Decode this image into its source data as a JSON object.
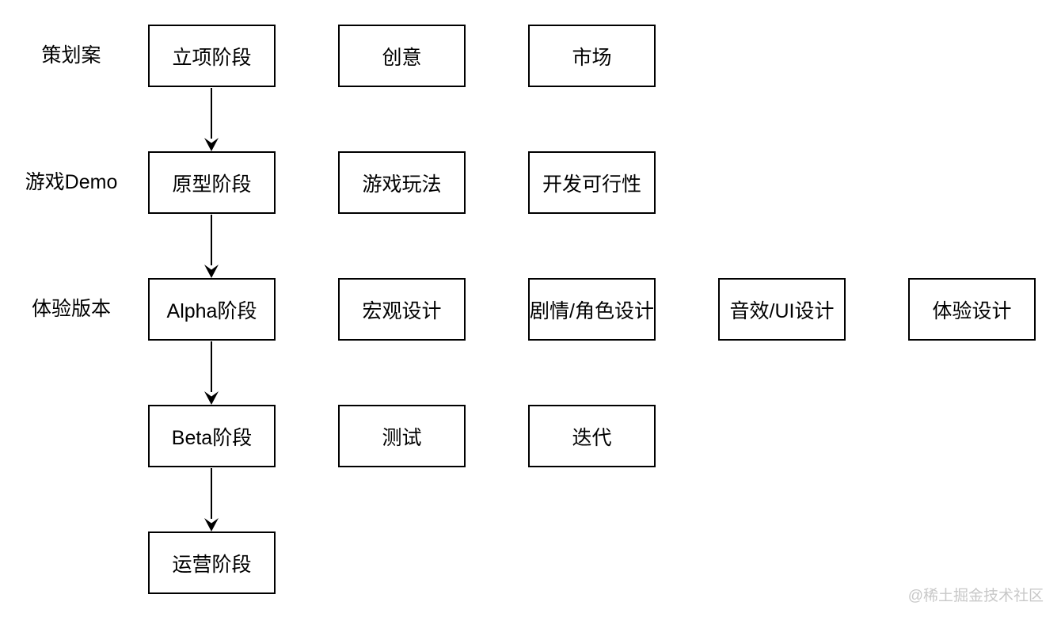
{
  "diagram": {
    "type": "flowchart",
    "subject": "game-development-pipeline",
    "row_labels": [
      "策划案",
      "游戏Demo",
      "体验版本"
    ],
    "boxes": [
      {
        "row": 0,
        "col": 0,
        "text": "立项阶段"
      },
      {
        "row": 0,
        "col": 1,
        "text": "创意"
      },
      {
        "row": 0,
        "col": 2,
        "text": "市场"
      },
      {
        "row": 1,
        "col": 0,
        "text": "原型阶段"
      },
      {
        "row": 1,
        "col": 1,
        "text": "游戏玩法"
      },
      {
        "row": 1,
        "col": 2,
        "text": "开发可行性"
      },
      {
        "row": 2,
        "col": 0,
        "text": "Alpha阶段"
      },
      {
        "row": 2,
        "col": 1,
        "text": "宏观设计"
      },
      {
        "row": 2,
        "col": 2,
        "text": "剧情/角色设计"
      },
      {
        "row": 2,
        "col": 3,
        "text": "音效/UI设计"
      },
      {
        "row": 2,
        "col": 4,
        "text": "体验设计"
      },
      {
        "row": 3,
        "col": 0,
        "text": "Beta阶段"
      },
      {
        "row": 3,
        "col": 1,
        "text": "测试"
      },
      {
        "row": 3,
        "col": 2,
        "text": "迭代"
      },
      {
        "row": 4,
        "col": 0,
        "text": "运营阶段"
      }
    ],
    "arrows": [
      {
        "from": "立项阶段",
        "to": "原型阶段"
      },
      {
        "from": "原型阶段",
        "to": "Alpha阶段"
      },
      {
        "from": "Alpha阶段",
        "to": "Beta阶段"
      },
      {
        "from": "Beta阶段",
        "to": "运营阶段"
      }
    ],
    "watermark": "@稀土掘金技术社区",
    "colors": {
      "box_border": "#000000",
      "box_fill": "#ffffff",
      "text": "#000000",
      "background": "#ffffff",
      "watermark": "#c8c8c8"
    }
  }
}
